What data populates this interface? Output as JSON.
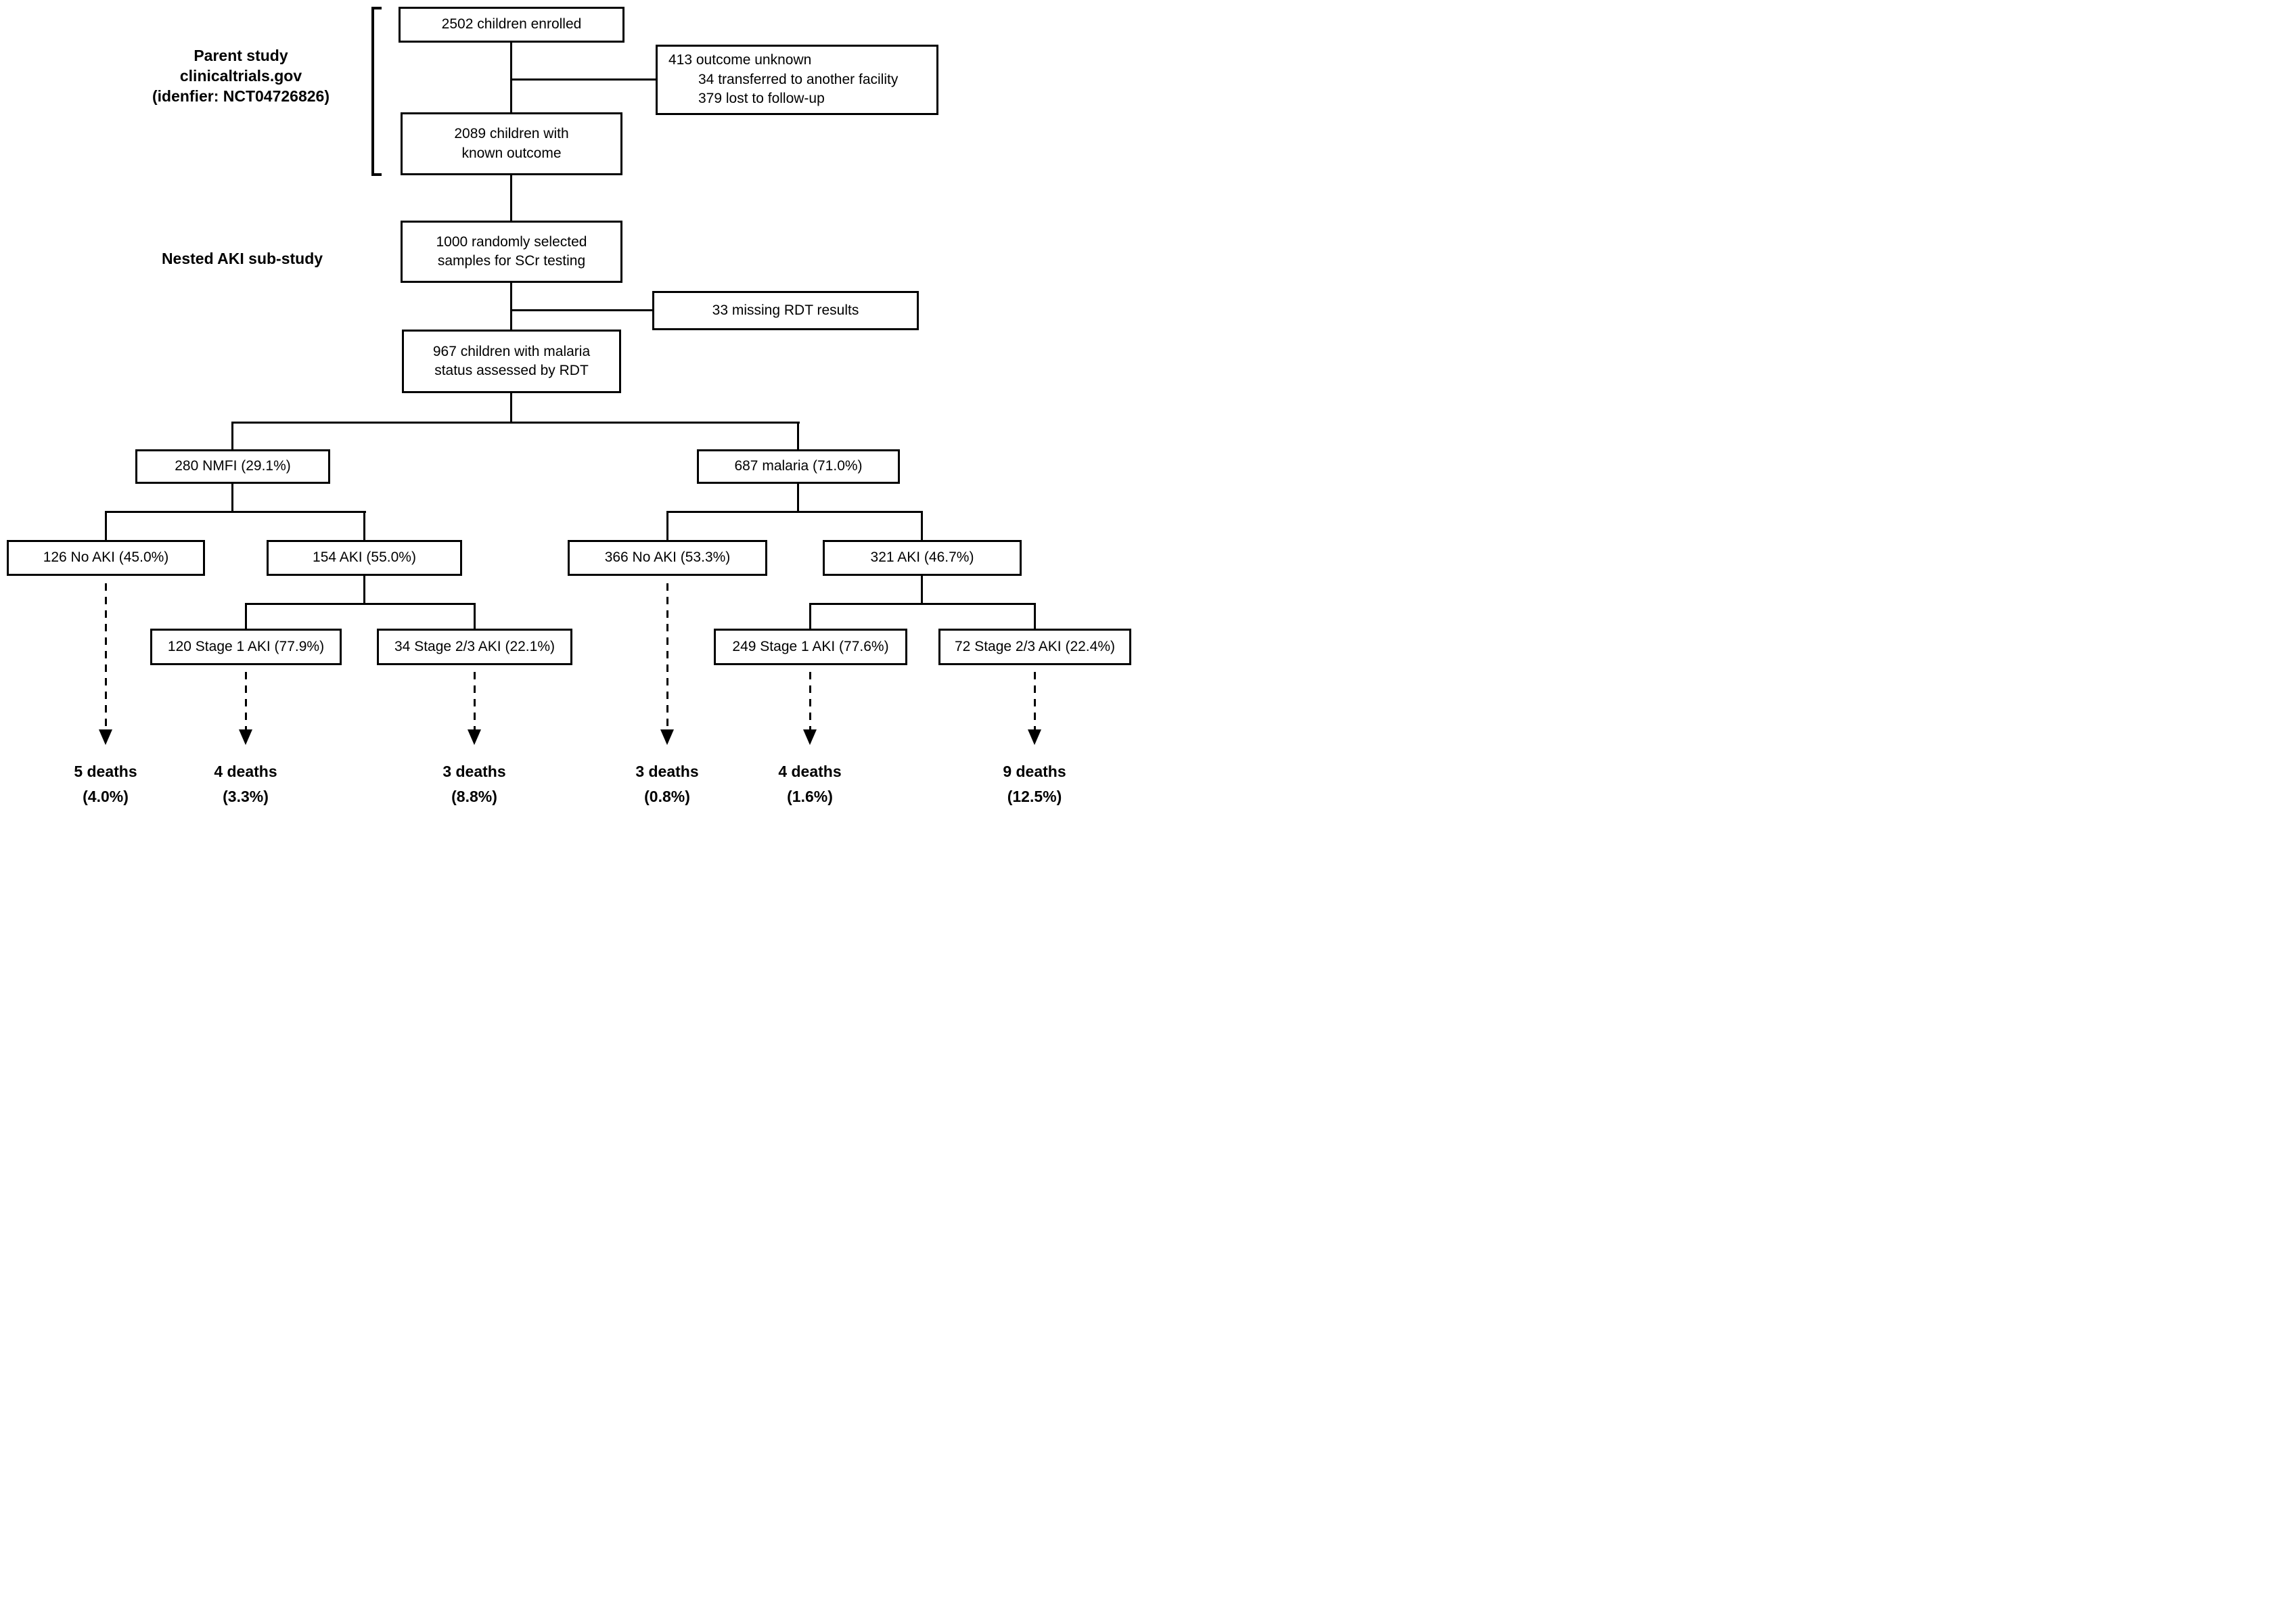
{
  "section_labels": {
    "parent_study_line1": "Parent study",
    "parent_study_line2": "clinicaltrials.gov",
    "parent_study_line3": "(idenfier: NCT04726826)",
    "nested_substudy": "Nested AKI sub-study"
  },
  "boxes": {
    "enrolled": "2502 children enrolled",
    "outcome_unknown_line1": "413 outcome unknown",
    "outcome_unknown_line2": "34 transferred to another facility",
    "outcome_unknown_line3": "379 lost to follow-up",
    "known_outcome_line1": "2089 children with",
    "known_outcome_line2": "known outcome",
    "scr_samples_line1": "1000 randomly selected",
    "scr_samples_line2": "samples for SCr testing",
    "missing_rdt": "33 missing RDT results",
    "rdt_assessed_line1": "967 children with malaria",
    "rdt_assessed_line2": "status assessed by RDT",
    "nmfi": "280 NMFI (29.1%)",
    "malaria": "687 malaria (71.0%)",
    "nmfi_no_aki": "126 No AKI (45.0%)",
    "nmfi_aki": "154 AKI  (55.0%)",
    "malaria_no_aki": "366 No AKI (53.3%)",
    "malaria_aki": "321 AKI  (46.7%)",
    "nmfi_stage1": "120 Stage 1 AKI (77.9%)",
    "nmfi_stage23": "34 Stage 2/3 AKI (22.1%)",
    "malaria_stage1": "249 Stage 1 AKI (77.6%)",
    "malaria_stage23": "72 Stage 2/3 AKI (22.4%)"
  },
  "deaths": [
    {
      "count": "5 deaths",
      "pct": "(4.0%)"
    },
    {
      "count": "4 deaths",
      "pct": "(3.3%)"
    },
    {
      "count": "3 deaths",
      "pct": "(8.8%)"
    },
    {
      "count": "3 deaths",
      "pct": "(0.8%)"
    },
    {
      "count": "4 deaths",
      "pct": "(1.6%)"
    },
    {
      "count": "9 deaths",
      "pct": "(12.5%)"
    }
  ]
}
